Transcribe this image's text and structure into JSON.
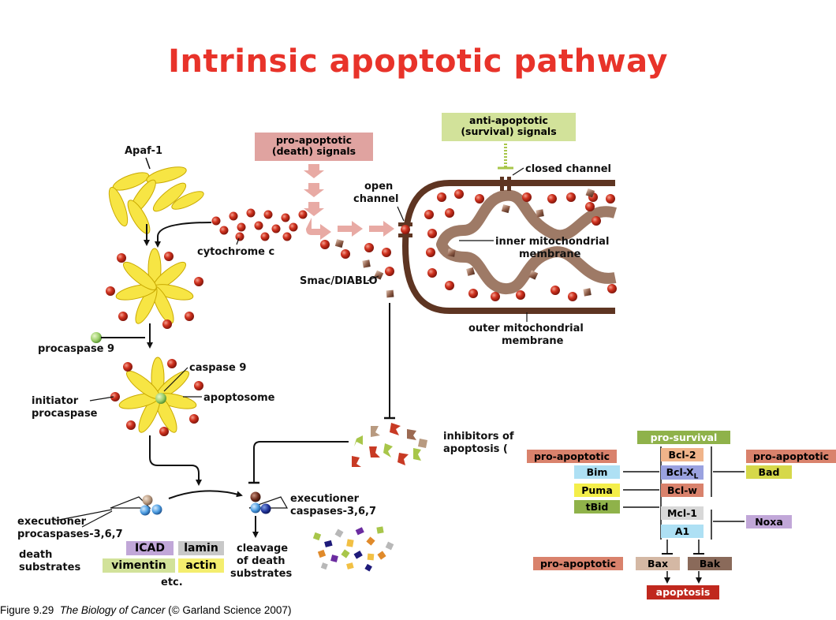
{
  "title": "Intrinsic apoptotic pathway",
  "labels": {
    "apaf1": "Apaf-1",
    "pro_apoptotic_signals_1": "pro-apoptotic",
    "pro_apoptotic_signals_2": "(death) signals",
    "anti_apoptotic_signals_1": "anti-apoptotic",
    "anti_apoptotic_signals_2": "(survival) signals",
    "closed_channel": "closed channel",
    "open_channel_1": "open",
    "open_channel_2": "channel",
    "cytochrome_c": "cytochrome c",
    "inner_membrane_1": "inner mitochondrial",
    "inner_membrane_2": "membrane",
    "smac_diablo": "Smac/DIABLO",
    "outer_membrane_1": "outer mitochondrial",
    "outer_membrane_2": "membrane",
    "procaspase9": "procaspase 9",
    "caspase9": "caspase 9",
    "initiator_1": "initiator",
    "initiator_2": "procaspase",
    "apoptosome": "apoptosome",
    "inhibitors_1": "inhibitors of",
    "inhibitors_2": "apoptosis (",
    "executioner_proc_1": "executioner",
    "executioner_proc_2": "procaspases-3,6,7",
    "executioner_casp_1": "executioner",
    "executioner_casp_2": "caspases-3,6,7",
    "death_1": "death",
    "death_2": "substrates",
    "cleavage_1": "cleavage",
    "cleavage_2": "of death",
    "cleavage_3": "substrates",
    "etc": "etc."
  },
  "substrates": [
    "ICAD",
    "lamin",
    "vimentin",
    "actin"
  ],
  "bcl2": {
    "pro_survival": "pro-survival",
    "pro_apoptotic_left": "pro-apoptotic",
    "pro_apoptotic_right": "pro-apoptotic",
    "pro_apoptotic_bottom": "pro-apoptotic",
    "survival_members": [
      "Bcl-2",
      "Bcl-X",
      "Bcl-w",
      "Mcl-1",
      "A1"
    ],
    "bclxl_sub": "L",
    "bh3_left": [
      "Bim",
      "Puma",
      "tBid"
    ],
    "bad": "Bad",
    "noxa": "Noxa",
    "bax": "Bax",
    "bak": "Bak",
    "apoptosis": "apoptosis"
  },
  "caption": {
    "prefix": "Figure 9.29",
    "book": "The Biology of Cancer",
    "suffix": "(© Garland Science 2007)"
  },
  "colors": {
    "title": "#e8332a",
    "cytochrome": "#c8281e",
    "membrane": "#5e3522",
    "petal": "#f7e544",
    "pink_box": "#e0a3a0",
    "green_box": "#d2e29a"
  }
}
